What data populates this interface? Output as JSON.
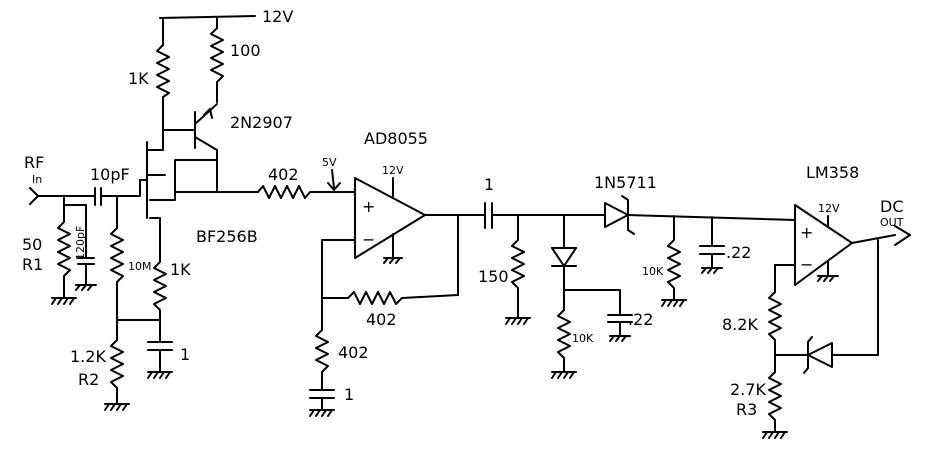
{
  "labels": {
    "supply_top": "12V",
    "r_100": "100",
    "r_1k_top": "1K",
    "q_2n2907": "2N2907",
    "rf_in_1": "RF",
    "rf_in_2": "In",
    "c_10pf": "10pF",
    "jfet": "BF256B",
    "r_402_in": "402",
    "v_5v": "5V",
    "opamp1": "AD8055",
    "opamp1_supply": "12V",
    "opamp1_plus": "+",
    "opamp1_minus": "−",
    "r_50": "50",
    "r1": "R1",
    "c_120pf": "120pF",
    "r_10m": "10M",
    "r_1k_src": "1K",
    "r_402_fb": "402",
    "r_402_gnd": "402",
    "c_1_src": "1",
    "c_1_gnd": "1",
    "r_1_2k": "1.2K",
    "r2": "R2",
    "c_1_cpl": "1",
    "r_150": "150",
    "d_1n5711": "1N5711",
    "r_10k_a": "10K",
    "c_22_a": ".22",
    "r_10k_b": "10K",
    "c_22_b": ".22",
    "opamp2": "LM358",
    "opamp2_supply": "12V",
    "opamp2_plus": "+",
    "opamp2_minus": "−",
    "dc_out_1": "DC",
    "dc_out_2": "OUT",
    "r_8_2k": "8.2K",
    "r_2_7k": "2.7K",
    "r3": "R3"
  }
}
